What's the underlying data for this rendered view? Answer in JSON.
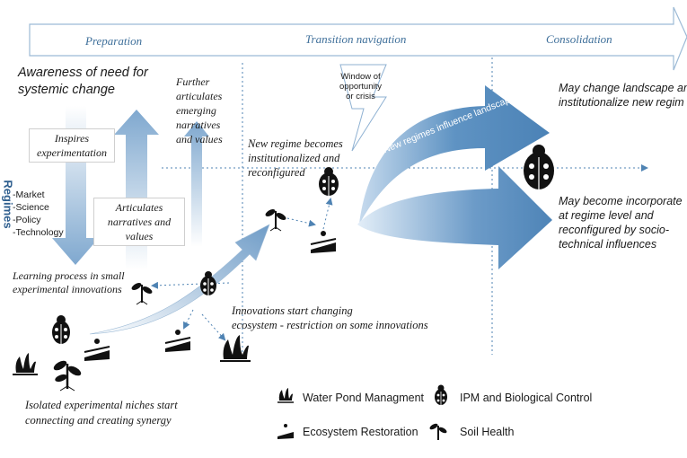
{
  "phases": {
    "preparation": "Preparation",
    "transition": "Transition navigation",
    "consolidation": "Consolidation"
  },
  "left_axis_label": "Regimes",
  "awareness": {
    "line1": "Awareness of need for",
    "line2": "systemic change"
  },
  "regime_elements": [
    "-Market",
    "-Science",
    "-Policy",
    "-Technology"
  ],
  "inspires": {
    "line1": "Inspires",
    "line2": "experimentation"
  },
  "further": {
    "line1": "Further",
    "line2": "articulates",
    "line3": "emerging",
    "line4": "narratives",
    "line5": "and values"
  },
  "articulates": {
    "line1": "Articulates",
    "line2": "narratives and",
    "line3": "values"
  },
  "learning": {
    "line1": "Learning process in small",
    "line2": "experimental innovations"
  },
  "new_regime": {
    "line1": "New regime becomes",
    "line2": "institutionalized and",
    "line3": "reconfigured"
  },
  "window": {
    "line1": "Window of",
    "line2": "opportunity",
    "line3": "or crisis"
  },
  "influence_arrow_label": "New regimes influence landscape",
  "may_change": {
    "line1": "May change landscape an",
    "line2": "institutionalize new regim"
  },
  "may_become": {
    "line1": "May become incorporate",
    "line2": "at regime level and",
    "line3": "reconfigured by socio-",
    "line4": "technical influences"
  },
  "innovations": {
    "line1": "Innovations start changing",
    "line2": "ecosystem - restriction on some innovations"
  },
  "isolated": {
    "line1": "Isolated experimental niches start",
    "line2": "connecting and creating synergy"
  },
  "legend": {
    "water": "Water Pond Managment",
    "ipm": "IPM and Biological Control",
    "eco": "Ecosystem Restoration",
    "soil": "Soil Health"
  },
  "icons": {
    "beetle": "ladybug-icon",
    "plant": "plant-sprout-icon",
    "water": "water-splash-icon",
    "eco": "ecosystem-sun-field-icon"
  },
  "colors": {
    "arrow_blue": "#5b8fbf",
    "arrow_light": "#dde9f4",
    "phase_text": "#3e6f9a",
    "dotted": "#4f83b3"
  }
}
